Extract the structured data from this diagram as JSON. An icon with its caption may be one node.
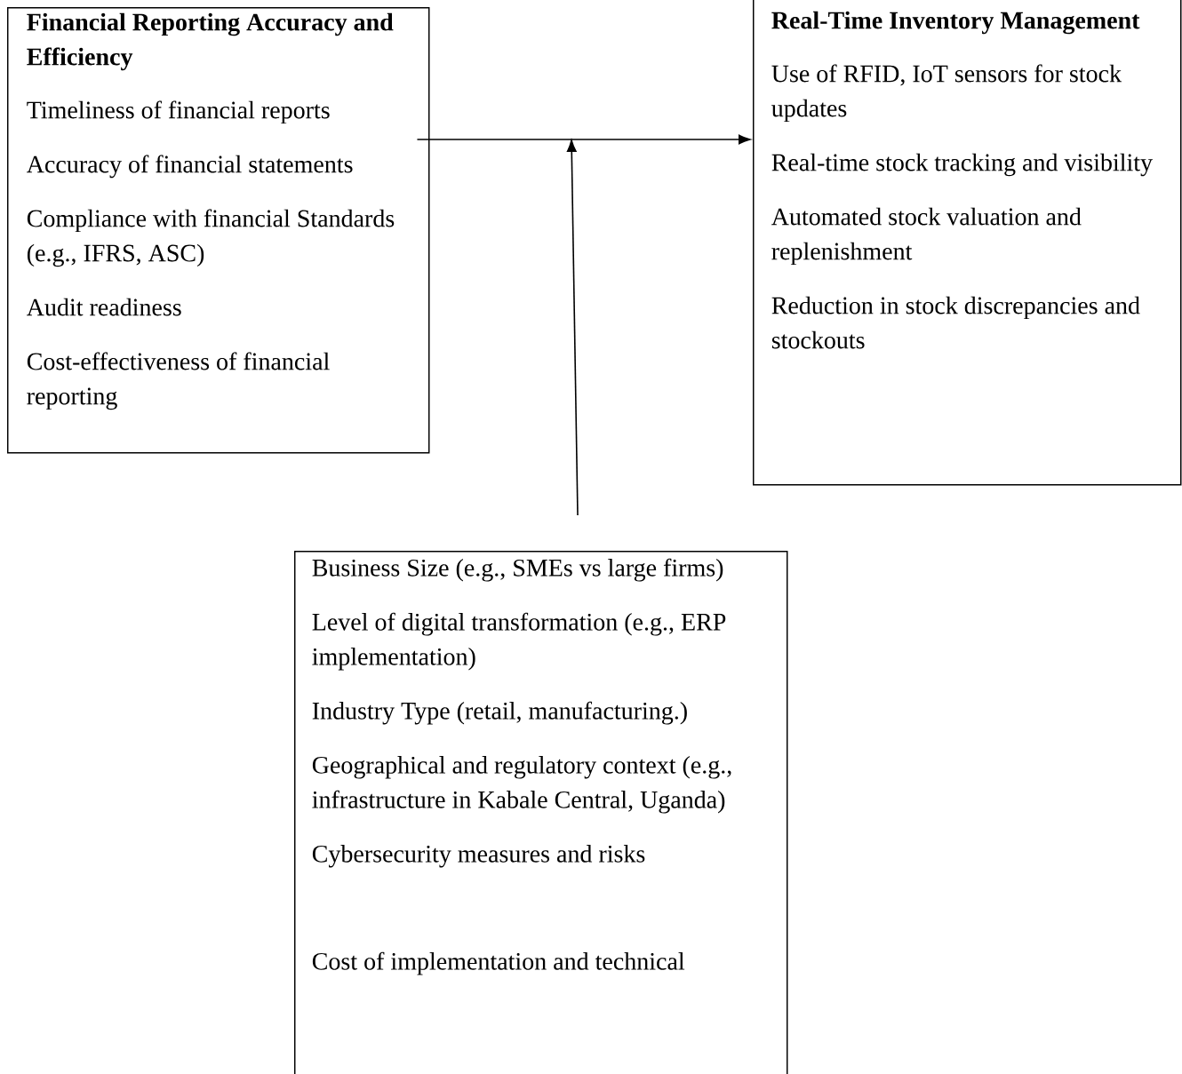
{
  "diagram": {
    "nodes": [
      {
        "text": [
          "Financial Reporting Accuracy and Efficiency",
          "Timeliness of financial reports",
          "Accuracy of financial statements",
          "Compliance with financial Standards (e.g., IFRS, ASC)",
          "Audit readiness",
          "Cost-effectiveness of financial reporting"
        ]
      },
      {
        "text": [
          "Real-Time Inventory Management",
          "Use of RFID, IoT sensors for stock updates",
          "Real-time stock tracking and visibility",
          "Automated stock valuation and replenishment",
          "Reduction in stock discrepancies and stockouts"
        ]
      },
      {
        "text": [
          "Business Size (e.g., SMEs vs large firms)",
          "Level of digital transformation (e.g., ERP implementation)",
          "Industry Type (retail, manufacturing.)",
          "Geographical and regulatory context (e.g., infrastructure in Kabale Central, Uganda)",
          "Cybersecurity measures and risks",
          "Cost of implementation and technical"
        ]
      }
    ],
    "edges": [
      {
        "from": 0,
        "to": 1,
        "arrow": "to"
      },
      {
        "from": 2,
        "to": null,
        "arrow": "to"
      }
    ]
  }
}
